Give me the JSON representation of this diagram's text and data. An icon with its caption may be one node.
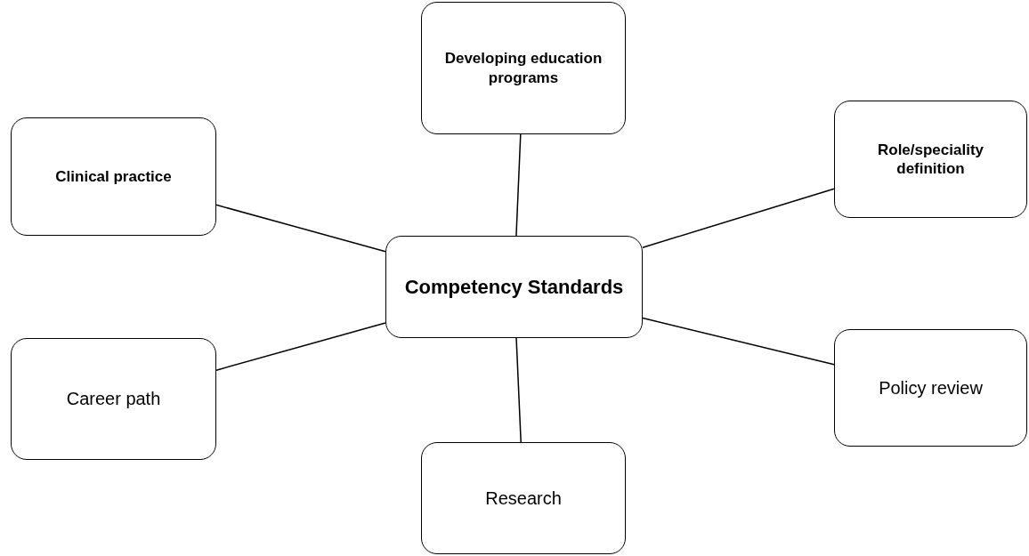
{
  "diagram": {
    "nodes": [
      {
        "text": [
          "Developing education programs"
        ]
      },
      {
        "text": [
          "Clinical practice"
        ]
      },
      {
        "text": [
          "Role/speciality definition"
        ]
      },
      {
        "text": [
          "Competency Standards"
        ]
      },
      {
        "text": [
          "Career path"
        ]
      },
      {
        "text": [
          "Policy review"
        ]
      },
      {
        "text": [
          "Research"
        ]
      }
    ],
    "edges": [
      {
        "from": 3,
        "to": 0,
        "arrow": "none"
      },
      {
        "from": 3,
        "to": 1,
        "arrow": "none"
      },
      {
        "from": 3,
        "to": 2,
        "arrow": "none"
      },
      {
        "from": 3,
        "to": 4,
        "arrow": "none"
      },
      {
        "from": 3,
        "to": 5,
        "arrow": "none"
      },
      {
        "from": 3,
        "to": 6,
        "arrow": "none"
      }
    ]
  }
}
